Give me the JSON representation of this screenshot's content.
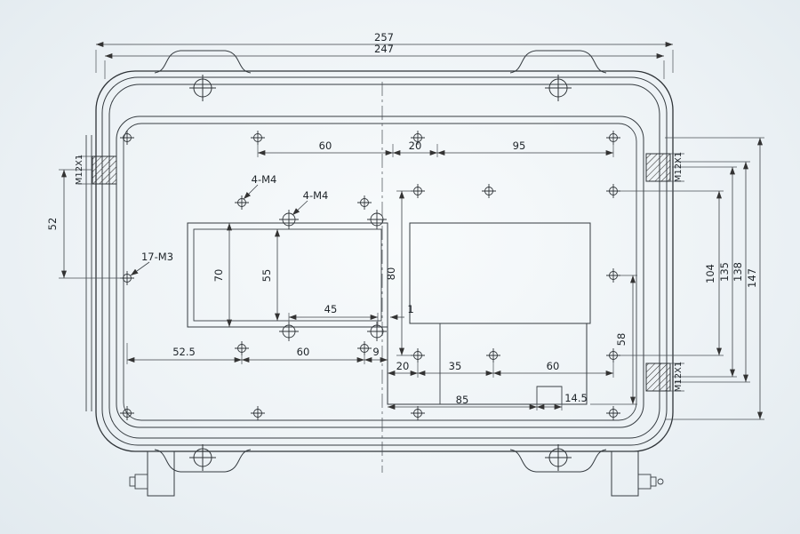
{
  "dimensions": {
    "overall_width": "257",
    "inner_width": "247",
    "top_60": "60",
    "top_20": "20",
    "top_95": "95",
    "left_52": "52",
    "v70": "70",
    "v55": "55",
    "v80": "80",
    "h45": "45",
    "h1": "1",
    "b52_5": "52.5",
    "b60": "60",
    "b9": "9",
    "b20": "20",
    "b35": "35",
    "b60b": "60",
    "b85": "85",
    "b14_5": "14.5",
    "r58": "58",
    "r104": "104",
    "r135": "135",
    "r138": "138",
    "r147": "147"
  },
  "callouts": {
    "m4_a": "4-M4",
    "m4_b": "4-M4",
    "m3": "17-M3",
    "gland_left": "M12X1",
    "gland_right_top": "M12X1",
    "gland_right_bottom": "M12X1"
  },
  "colors": {
    "line": "#2f3438",
    "paper": "#eef3f6"
  }
}
